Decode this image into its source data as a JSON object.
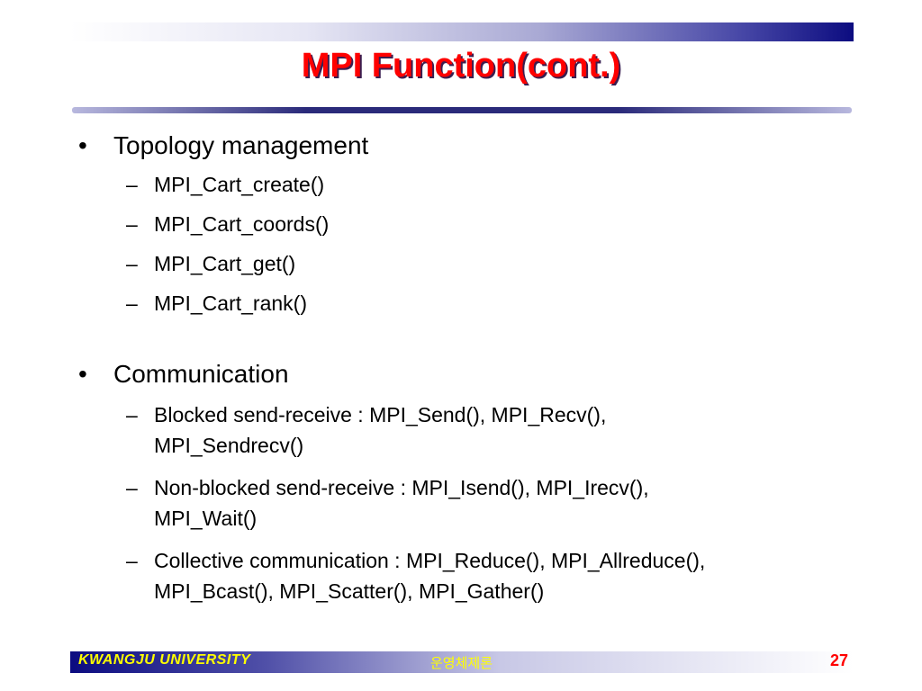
{
  "slide": {
    "title": "MPI Function(cont.)",
    "sections": [
      {
        "bullet": "•",
        "heading": "Topology management",
        "items": [
          {
            "dash": "–",
            "lines": [
              "MPI_Cart_create()"
            ]
          },
          {
            "dash": "–",
            "lines": [
              "MPI_Cart_coords()"
            ]
          },
          {
            "dash": "–",
            "lines": [
              "MPI_Cart_get()"
            ]
          },
          {
            "dash": "–",
            "lines": [
              "MPI_Cart_rank()"
            ]
          }
        ]
      },
      {
        "bullet": "•",
        "heading": "Communication",
        "items": [
          {
            "dash": "–",
            "lines": [
              "Blocked send-receive : MPI_Send(), MPI_Recv(),",
              "MPI_Sendrecv()"
            ]
          },
          {
            "dash": "–",
            "lines": [
              "Non-blocked send-receive : MPI_Isend(), MPI_Irecv(),",
              "MPI_Wait()"
            ]
          },
          {
            "dash": "–",
            "lines": [
              "Collective communication : MPI_Reduce(), MPI_Allreduce(),",
              "MPI_Bcast(), MPI_Scatter(), MPI_Gather()"
            ]
          }
        ]
      }
    ]
  },
  "footer": {
    "university": "KWANGJU UNIVERSITY",
    "course": "운영체제론",
    "page_number": "27"
  },
  "colors": {
    "title": "#ff0000",
    "footer_text": "#ffff00",
    "page_number": "#ff0000",
    "bar_dark": "#0c0c80"
  }
}
